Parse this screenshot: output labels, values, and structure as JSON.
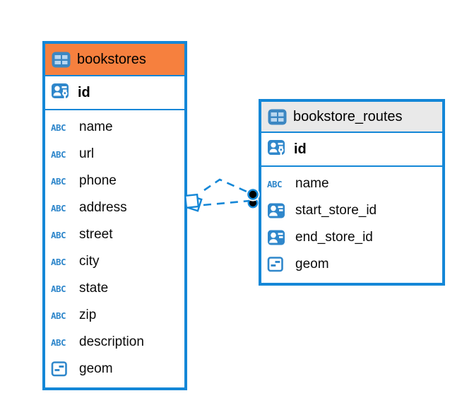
{
  "diagram": {
    "tables": [
      {
        "name": "bookstores",
        "header_color": "#F6803E",
        "columns": [
          {
            "name": "id",
            "icon": "primary-key-icon"
          },
          {
            "name": "name",
            "icon": "text-type-icon"
          },
          {
            "name": "url",
            "icon": "text-type-icon"
          },
          {
            "name": "phone",
            "icon": "text-type-icon"
          },
          {
            "name": "address",
            "icon": "text-type-icon"
          },
          {
            "name": "street",
            "icon": "text-type-icon"
          },
          {
            "name": "city",
            "icon": "text-type-icon"
          },
          {
            "name": "state",
            "icon": "text-type-icon"
          },
          {
            "name": "zip",
            "icon": "text-type-icon"
          },
          {
            "name": "description",
            "icon": "text-type-icon"
          },
          {
            "name": "geom",
            "icon": "geometry-type-icon"
          }
        ]
      },
      {
        "name": "bookstore_routes",
        "header_color": "#E9E9E9",
        "columns": [
          {
            "name": "id",
            "icon": "primary-key-icon"
          },
          {
            "name": "name",
            "icon": "text-type-icon"
          },
          {
            "name": "start_store_id",
            "icon": "foreign-key-icon"
          },
          {
            "name": "end_store_id",
            "icon": "foreign-key-icon"
          },
          {
            "name": "geom",
            "icon": "geometry-type-icon"
          }
        ]
      }
    ],
    "relationship": {
      "from_table": "bookstores",
      "to_table": "bookstore_routes",
      "style": "dashed",
      "line_count": 2
    }
  },
  "icons": {
    "text_type_glyph": "ABC"
  },
  "colors": {
    "table_border_blue": "#1487D7",
    "icon_blue": "#2F87CB",
    "header_orange": "#F6803E",
    "header_gray": "#E9E9E9",
    "connector_dot": "#000000"
  }
}
